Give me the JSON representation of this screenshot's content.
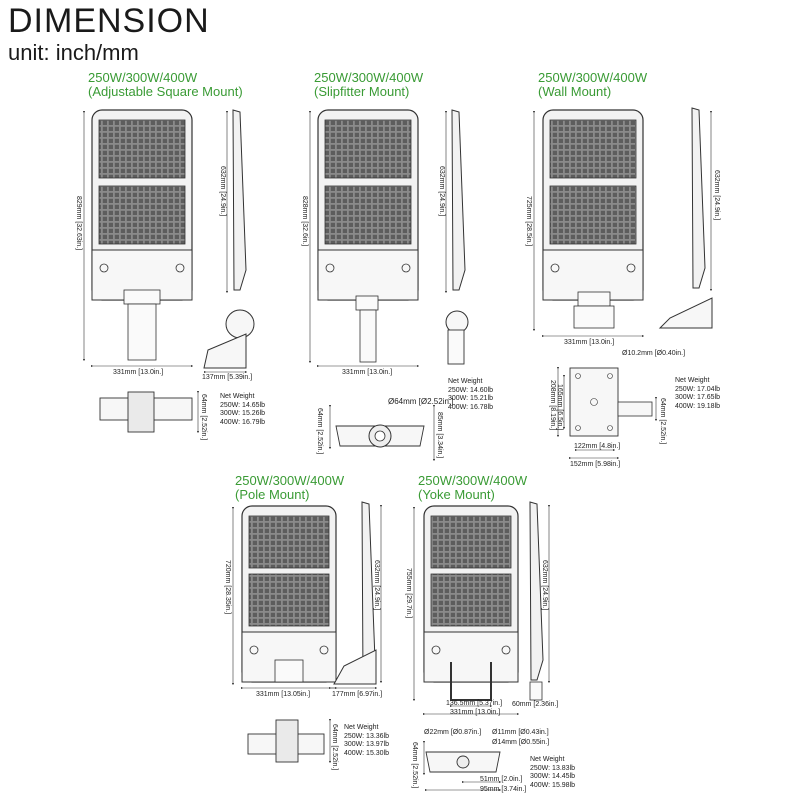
{
  "title": "DIMENSION",
  "unit": "unit: inch/mm",
  "colors": {
    "heading": "#3a9b35",
    "line": "#333333",
    "fixture_fill": "#f2f2f2",
    "panel": "#6d6d6d"
  },
  "sections": [
    {
      "line1": "250W/300W/400W",
      "line2": "(Adjustable Square Mount)",
      "height_front": "829mm [32.63in.]",
      "height_side": "632mm [24.9in.]",
      "width": "331mm [13.0in.]",
      "side_depth": "137mm [5.39in.]",
      "mount_height": "64mm [2.52in.]",
      "net_weight": [
        "Net Weight",
        "250W: 14.65lb",
        "300W: 15.26lb",
        "400W: 16.79lb"
      ]
    },
    {
      "line1": "250W/300W/400W",
      "line2": "(Slipfitter Mount)",
      "height_front": "828mm [32.6in.]",
      "height_side": "632mm [24.9in.]",
      "width": "331mm [13.0in.]",
      "diameter": "Ø64mm [Ø2.52in.]",
      "mount_height_left": "64mm [2.52in.]",
      "mount_height_right": "85mm [3.34in.]",
      "net_weight": [
        "Net Weight",
        "250W: 14.60lb",
        "300W: 15.21lb",
        "400W: 16.78lb"
      ]
    },
    {
      "line1": "250W/300W/400W",
      "line2": "(Wall  Mount)",
      "height_front": "725mm [28.5in.]",
      "height_side": "632mm [24.9in.]",
      "width": "331mm [13.0in.]",
      "hole": "Ø10.2mm [Ø0.40in.]",
      "plate_outer": "208mm [8.19in.]",
      "plate_inner": "165mm [6.5in.]",
      "plate_depth": "64mm [2.52in.]",
      "plate_w1": "122mm [4.8in.]",
      "plate_w2": "152mm [5.98in.]",
      "net_weight": [
        "Net Weight",
        "250W: 17.04lb",
        "300W: 17.65lb",
        "400W: 19.18lb"
      ]
    },
    {
      "line1": "250W/300W/400W",
      "line2": "(Pole Mount)",
      "height_front": "720mm [28.35in.]",
      "height_side": "632mm [24.9in.]",
      "width": "331mm [13.05in.]",
      "side_depth": "177mm [6.97in.]",
      "mount_height": "64mm [2.52in.]",
      "net_weight": [
        "Net Weight",
        "250W: 13.36lb",
        "300W: 13.97lb",
        "400W: 15.30lb"
      ]
    },
    {
      "line1": "250W/300W/400W",
      "line2": "(Yoke Mount)",
      "height_front": "755mm [29.7in.]",
      "height_side": "632mm [24.9in.]",
      "inner_width": "136.5mm [5.37in.]",
      "width": "331mm [13.0in.]",
      "side_depth": "60mm [2.36in.]",
      "d1": "Ø22mm [Ø0.87in.]",
      "d2": "Ø11mm [Ø0.43in.]",
      "d3": "Ø14mm [Ø0.55in.]",
      "mount_height": "64mm [2.52in.]",
      "w1": "51mm [2.0in.]",
      "w2": "95mm [3.74in.]",
      "net_weight": [
        "Net Weight",
        "250W: 13.83lb",
        "300W: 14.45lb",
        "400W: 15.98lb"
      ]
    }
  ]
}
